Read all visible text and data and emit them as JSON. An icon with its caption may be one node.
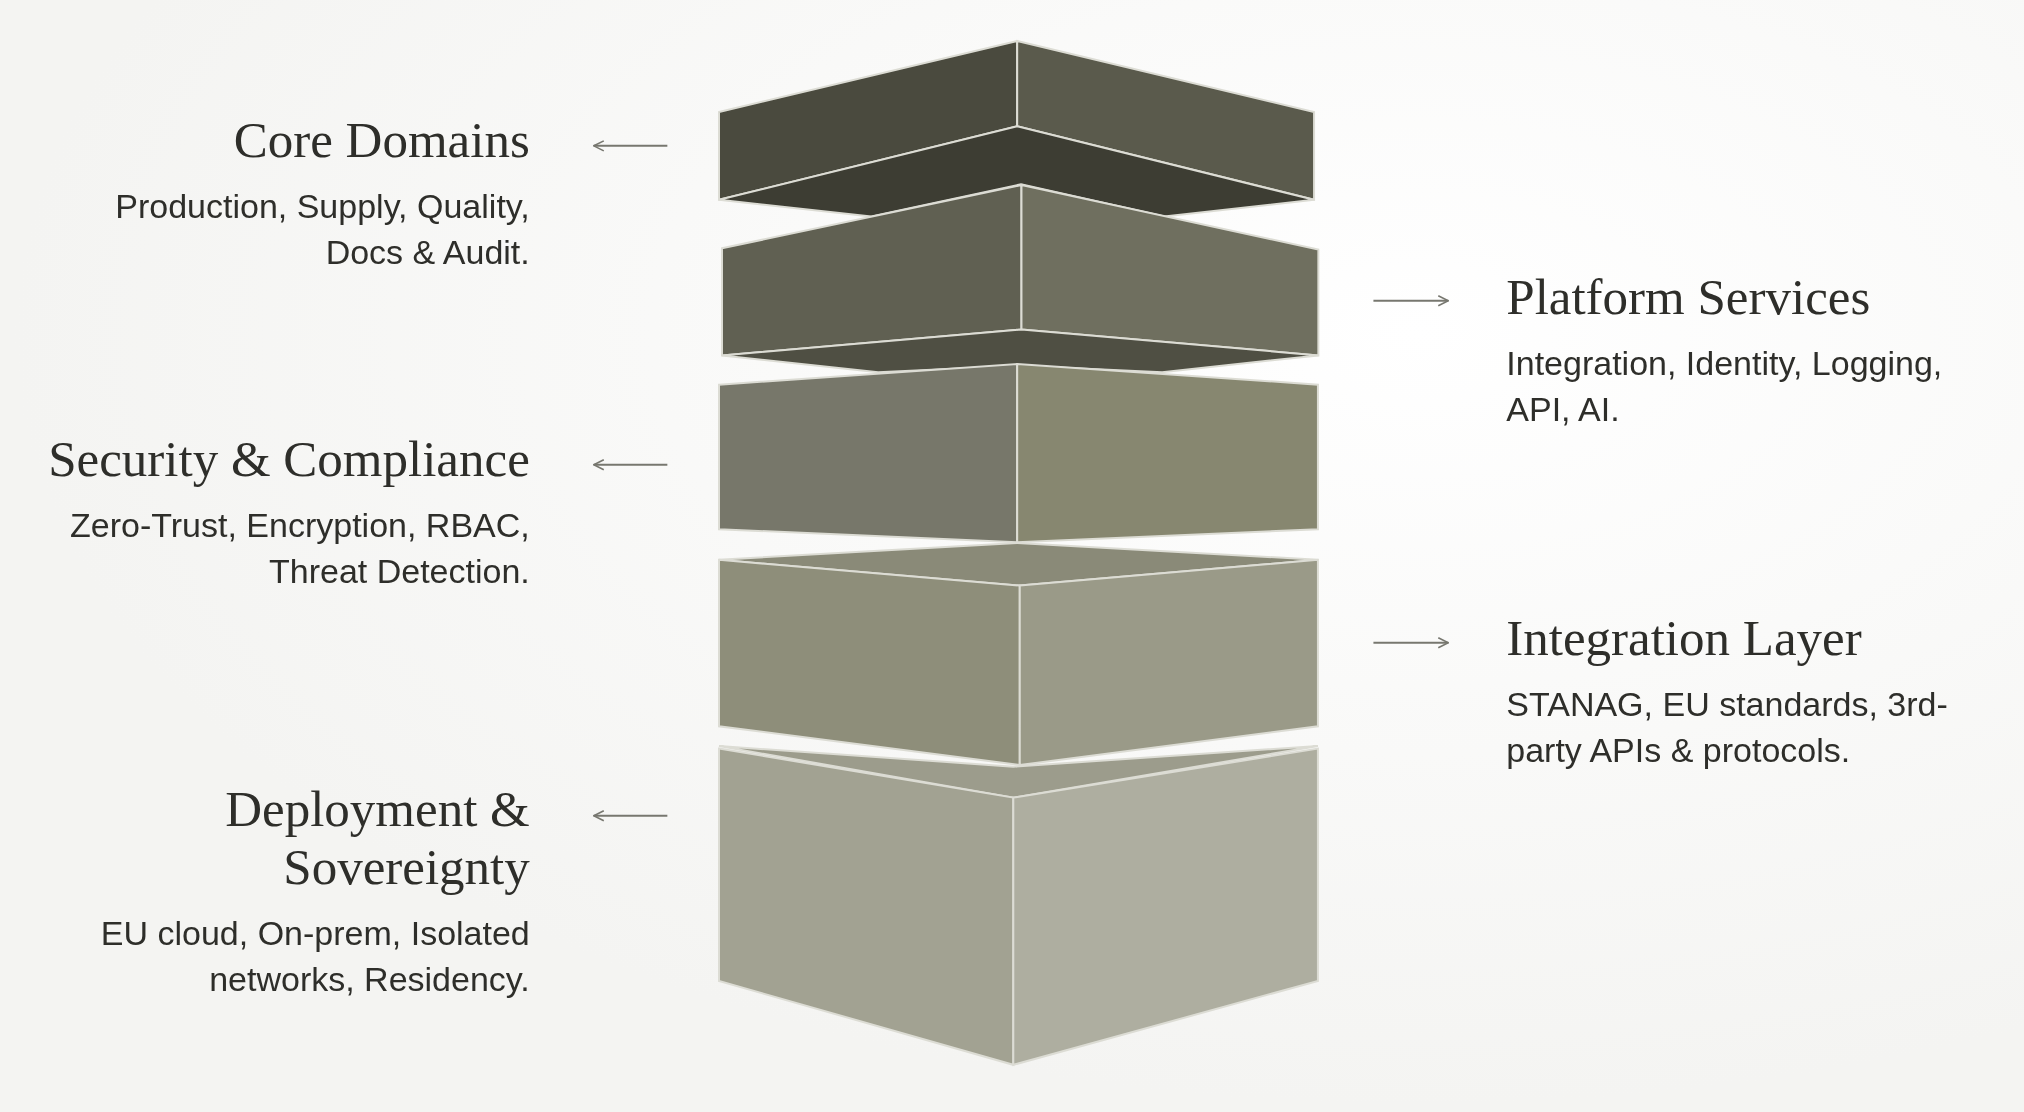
{
  "diagram": {
    "nodes": [
      {
        "text": [
          "Core Domains",
          "Production, Supply, Quality, Docs & Audit."
        ]
      },
      {
        "text": [
          "Platform Services",
          "Integration, Identity, Logging, API, AI."
        ]
      },
      {
        "text": [
          "Security & Compliance",
          "Zero-Trust, Encryption, RBAC, Threat Detection."
        ]
      },
      {
        "text": [
          "Integration Layer",
          "STANAG, EU standards, 3rd-party APIs & protocols."
        ]
      },
      {
        "text": [
          "Deployment & Sovereignty",
          "EU cloud, On-prem, Isolated networks, Residency."
        ]
      },
      {
        "text": [],
        "shape": "box"
      },
      {
        "text": [],
        "shape": "box"
      },
      {
        "text": [],
        "shape": "box"
      },
      {
        "text": [],
        "shape": "box"
      },
      {
        "text": [],
        "shape": "box"
      }
    ],
    "edges": [
      {
        "from": null,
        "to": 0,
        "arrow": "to"
      },
      {
        "from": null,
        "to": 1,
        "arrow": "to"
      },
      {
        "from": null,
        "to": 2,
        "arrow": "to"
      },
      {
        "from": null,
        "to": 3,
        "arrow": "to"
      },
      {
        "from": null,
        "to": 4,
        "arrow": "to"
      }
    ]
  }
}
